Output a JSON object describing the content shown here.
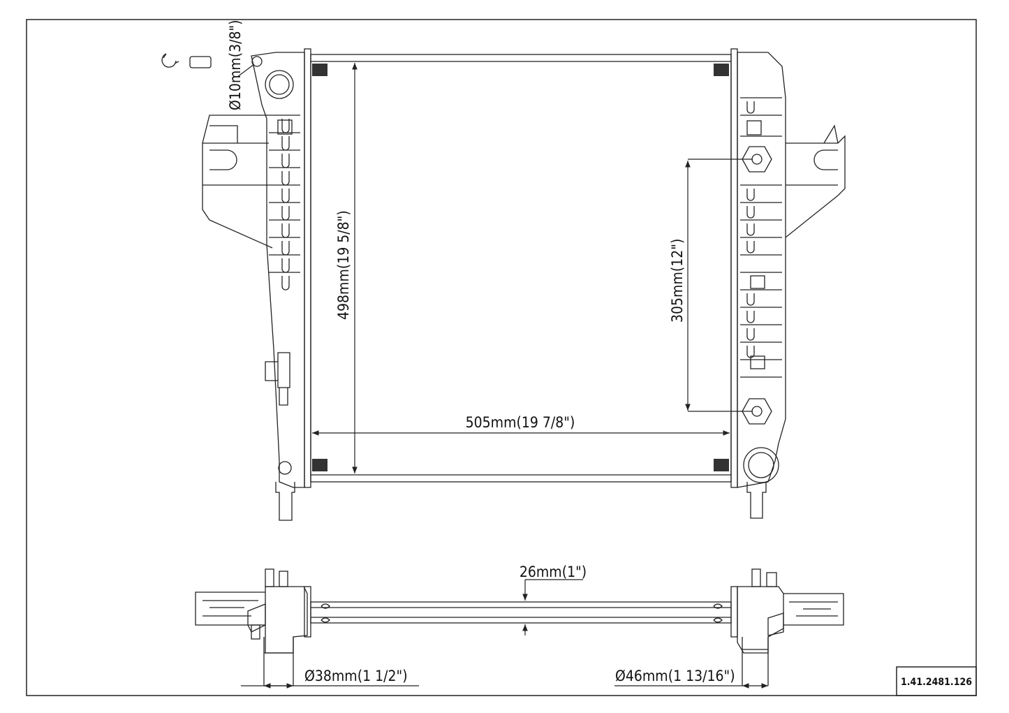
{
  "drawing": {
    "line_color": "#222222",
    "background": "#ffffff"
  },
  "dimensions": {
    "fitting_diameter": "Ø10mm(3/8\")",
    "core_height": "498mm(19 5/8\")",
    "mount_spacing": "305mm(12\")",
    "core_width": "505mm(19 7/8\")",
    "core_thickness": "26mm(1\")",
    "inlet_diameter": "Ø38mm(1 1/2\")",
    "outlet_diameter": "Ø46mm(1 13/16\")"
  },
  "title_block": {
    "part_number": "1.41.2481.126"
  }
}
